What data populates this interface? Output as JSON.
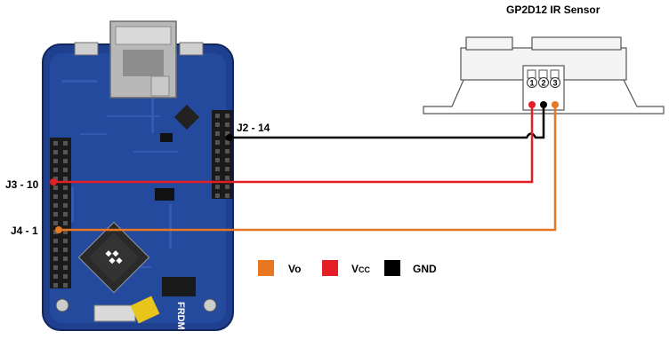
{
  "sensor": {
    "title": "GP2D12 IR Sensor",
    "pin_labels": [
      "1",
      "2",
      "3"
    ]
  },
  "board": {
    "silkscreen": "FRDM"
  },
  "pins": {
    "j2": "J2 - 14",
    "j3": "J3 - 10",
    "j4": "J4 - 1"
  },
  "legend": [
    {
      "id": "vo",
      "label": "Vo",
      "color": "#e87722"
    },
    {
      "id": "vcc",
      "label_main": "V",
      "label_sub": "CC",
      "color": "#e31e24"
    },
    {
      "id": "gnd",
      "label": "GND",
      "color": "#000000"
    }
  ],
  "wires": {
    "gnd_color": "#000000",
    "vcc_color": "#e31e24",
    "vo_color": "#e87722"
  }
}
